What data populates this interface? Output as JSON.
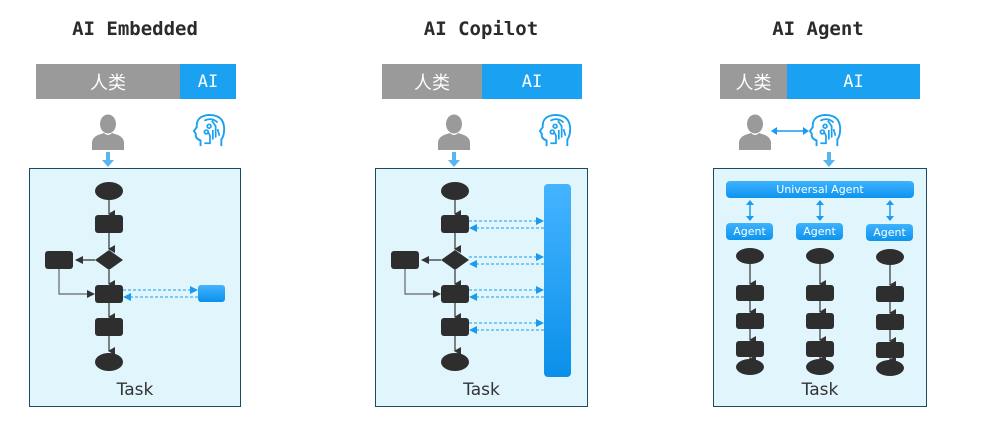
{
  "panels": [
    {
      "title": "AI Embedded",
      "bar": {
        "human_label": "人类",
        "ai_label": "AI",
        "human_share": 0.72,
        "ai_share": 0.28
      },
      "task_label": "Task"
    },
    {
      "title": "AI Copilot",
      "bar": {
        "human_label": "人类",
        "ai_label": "AI",
        "human_share": 0.5,
        "ai_share": 0.5
      },
      "task_label": "Task"
    },
    {
      "title": "AI Agent",
      "bar": {
        "human_label": "人类",
        "ai_label": "AI",
        "human_share": 0.33,
        "ai_share": 0.67
      },
      "task_label": "Task",
      "universal_agent_label": "Universal Agent",
      "agents": [
        {
          "label": "Agent"
        },
        {
          "label": "Agent"
        },
        {
          "label": "Agent"
        }
      ]
    }
  ],
  "colors": {
    "human_gray": "#9a9a9a",
    "ai_blue": "#1aa1f2",
    "panel_bg": "#e1f5fd",
    "panel_border": "#1f4a63",
    "node_dark": "#2e2e2e",
    "arrow_blue": "#1a9bef"
  }
}
